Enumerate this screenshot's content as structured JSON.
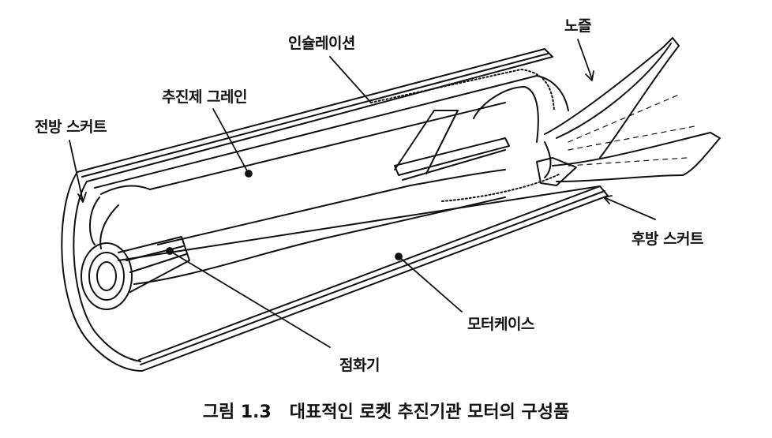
{
  "labels": {
    "nozzle": "노즐",
    "insulation": "인슐레이션",
    "propellant_grain": "추진제 그레인",
    "forward_skirt": "전방 스커트",
    "aft_skirt": "후방 스커트",
    "motor_case": "모터케이스",
    "igniter": "점화기"
  },
  "caption": "그림 1.3   대표적인 로켓 추진기관 모터의 구성품"
}
